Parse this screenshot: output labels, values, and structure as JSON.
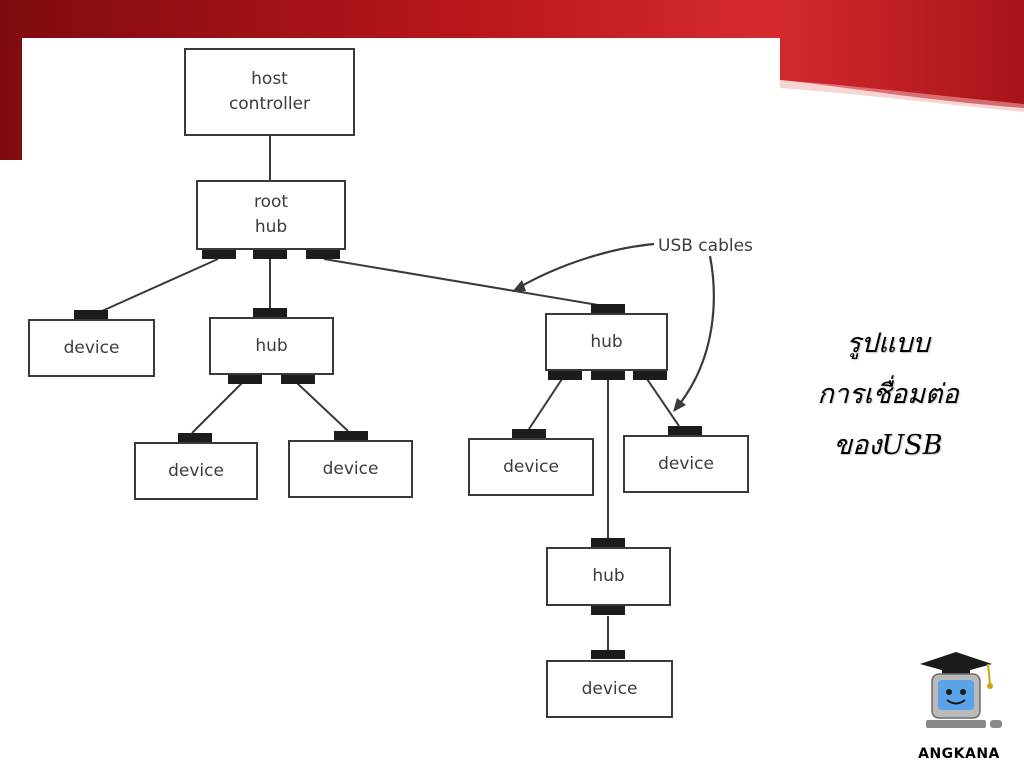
{
  "diagram": {
    "host_controller": "host\ncontroller",
    "root_hub": "root\nhub",
    "hubs": [
      "hub",
      "hub",
      "hub"
    ],
    "devices": [
      "device",
      "device",
      "device",
      "device",
      "device",
      "device"
    ],
    "usb_cables_label": "USB cables"
  },
  "caption": {
    "line1": "รูปแบบ",
    "line2": "การเชื่อมต่อ",
    "line3": "ของUSB"
  },
  "logo": {
    "text": "ANGKANA"
  },
  "colors": {
    "banner_dark": "#8a0d12",
    "banner_red": "#c81e24",
    "line": "#3a3a3a",
    "port": "#1c1c1c"
  }
}
